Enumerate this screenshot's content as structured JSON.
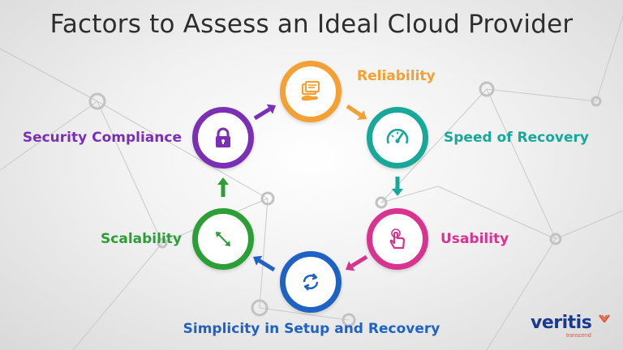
{
  "title": "Factors to Assess an Ideal Cloud Provider",
  "colors": {
    "reliability": "#f5a033",
    "speed": "#17a89a",
    "usability": "#d8338f",
    "simplicity": "#1f62c4",
    "scalability": "#2c9e37",
    "security": "#7a2fb5",
    "title": "#2e2e2e",
    "logo": "#1a3a8f",
    "logo_accent": "#e05a3a"
  },
  "nodes": [
    {
      "id": "reliability",
      "label": "Reliability",
      "icon": "hand-with-documents-icon"
    },
    {
      "id": "speed",
      "label": "Speed of Recovery",
      "icon": "speedometer-icon"
    },
    {
      "id": "usability",
      "label": "Usability",
      "icon": "touch-hand-icon"
    },
    {
      "id": "simplicity",
      "label": "Simplicity in Setup and Recovery",
      "icon": "refresh-cycle-icon"
    },
    {
      "id": "scalability",
      "label": "Scalability",
      "icon": "resize-arrows-icon"
    },
    {
      "id": "security",
      "label": "Security Compliance",
      "icon": "padlock-icon"
    }
  ],
  "logo": {
    "name": "veritis",
    "tagline": "transcend"
  }
}
